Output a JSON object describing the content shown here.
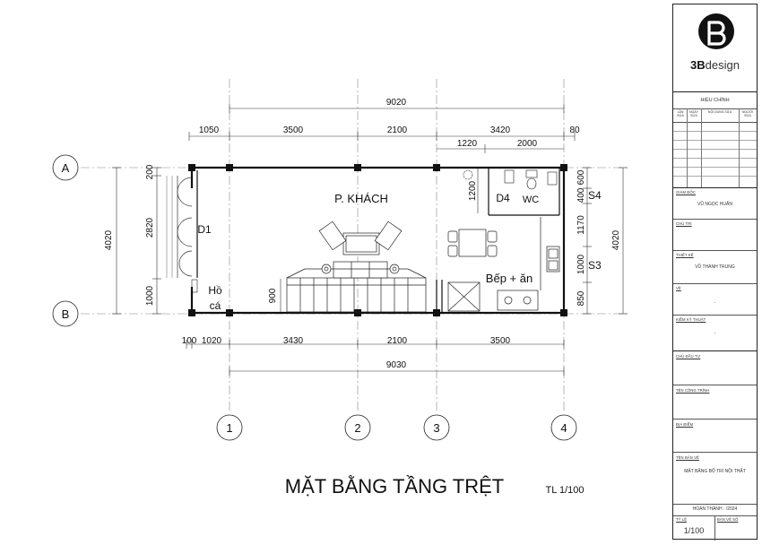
{
  "plan": {
    "title": "MẶT BẰNG TẦNG TRỆT",
    "scale": "TL 1/100",
    "rooms": {
      "living": "P. KHÁCH",
      "kitchen": "Bếp + ăn",
      "d4": "D4",
      "wc": "WC",
      "d1": "D1",
      "fishpond_line1": "Hồ",
      "fishpond_line2": "cá"
    },
    "axes_rows": [
      "A",
      "B"
    ],
    "axes_cols": [
      "1",
      "2",
      "3",
      "4"
    ],
    "dims_top_total": "9020",
    "dims_top": [
      "1050",
      "3500",
      "2100",
      "3420",
      "80"
    ],
    "dims_top_inner": [
      "1220",
      "2000"
    ],
    "dims_bottom": [
      "100",
      "1020",
      "3430",
      "2100",
      "3500"
    ],
    "dims_bottom_total": "9030",
    "dims_left": [
      "200",
      "2820",
      "1000"
    ],
    "dims_left_total": "4020",
    "dims_left_stair": "900",
    "dims_wc": "1200",
    "dims_right": [
      "600",
      "400",
      "1170",
      "1000",
      "850"
    ],
    "dims_right_total": "4020",
    "labels_right": [
      "S4",
      "S3"
    ]
  },
  "titleblock": {
    "logo_bold": "3B",
    "logo_light": "design",
    "revision_title": "HIỆU CHỈNH",
    "revision_headers": [
      "LẦN SỬA",
      "NGÀY SỬA",
      "NỘI DUNG SỬA",
      "NGƯỜI SỬA"
    ],
    "fields": [
      {
        "label": "GIÁM ĐỐC",
        "value": "VŨ NGỌC HUẤN"
      },
      {
        "label": "CHỦ TRÌ",
        "value": ""
      },
      {
        "label": "THIẾT KẾ",
        "value": "VŨ THÀNH TRUNG"
      },
      {
        "label": "VẼ",
        "value": "-"
      },
      {
        "label": "KIỂM KỸ THUẬT",
        "value": "-"
      },
      {
        "label": "CHỦ ĐẦU TƯ",
        "value": ""
      },
      {
        "label": "TÊN CÔNG TRÌNH",
        "value": ""
      },
      {
        "label": "ĐỊA ĐIỂM",
        "value": ""
      },
      {
        "label": "TÊN BẢN VẼ",
        "value": "MẶT BẰNG BỐ TRÍ NỘI THẤT"
      }
    ],
    "completed": "HOÀN THÀNH : /2024",
    "scale_label": "TỶ LỆ",
    "sheet_label": "BẢN VẼ SỐ",
    "scale_value": "1/100"
  }
}
